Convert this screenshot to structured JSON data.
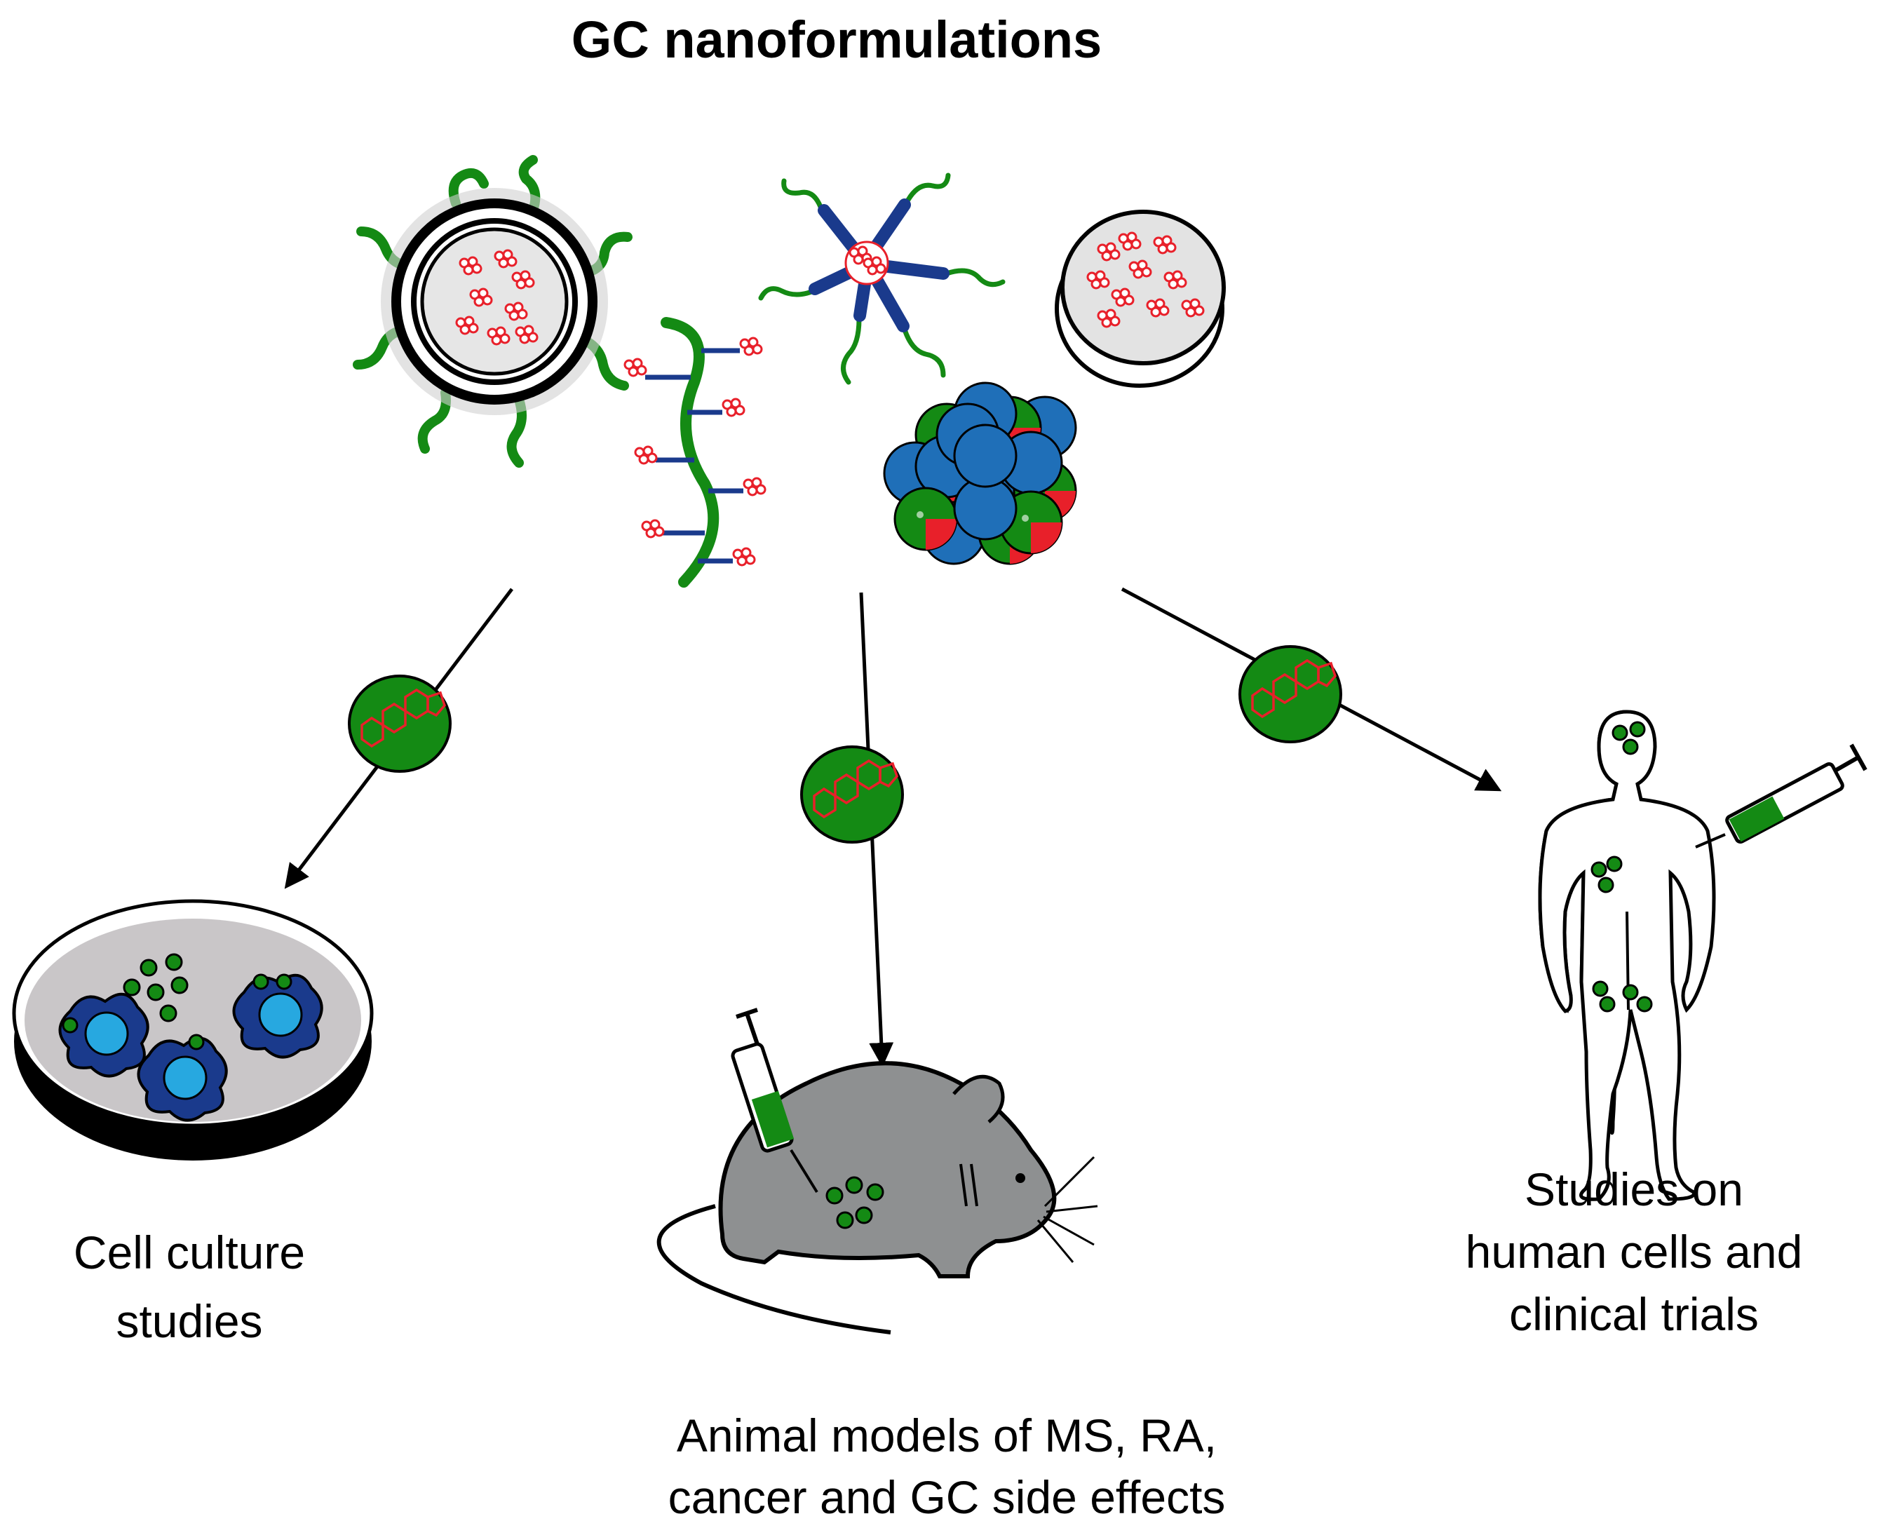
{
  "title": "GC nanoformulations",
  "targets": {
    "cell_culture": [
      "Cell culture",
      "studies"
    ],
    "animal_models": [
      "Animal models of MS, RA,",
      "cancer and GC side effects"
    ],
    "human": [
      "Studies on",
      "human cells and",
      "clinical trials"
    ]
  },
  "colors": {
    "green": "#148a14",
    "dark_blue": "#1a3a8c",
    "mid_blue": "#1f6fb8",
    "light_blue": "#27a8e0",
    "red": "#e8202a",
    "gray": "#8e9091",
    "dish_gray": "#c9c6c8"
  }
}
